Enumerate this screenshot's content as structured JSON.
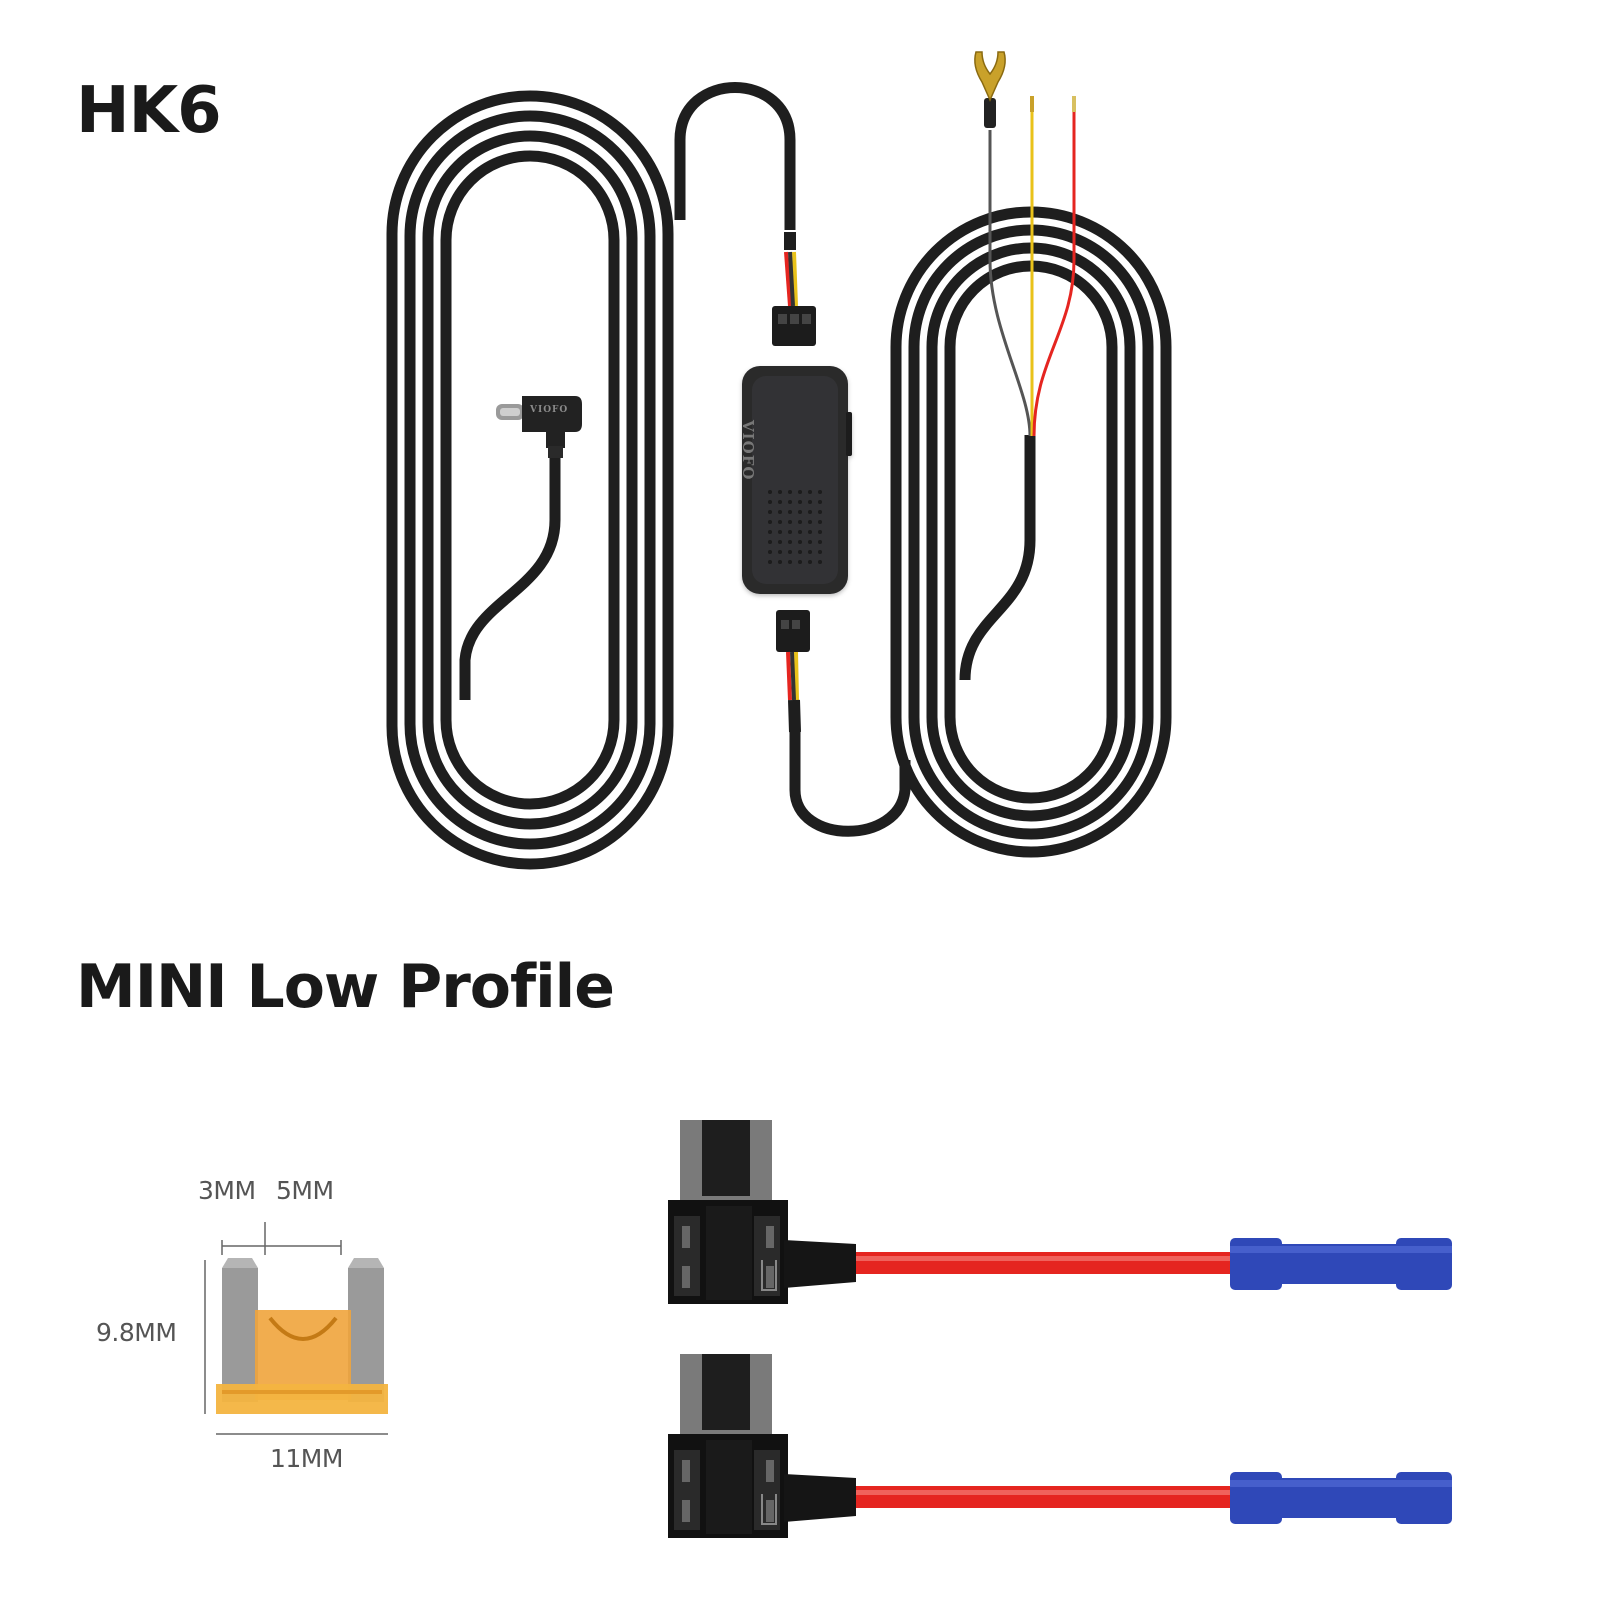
{
  "sections": {
    "hardwire_kit": {
      "title": "HK6",
      "brand_label": "VIOFO"
    },
    "fuse_taps": {
      "title": "MINI Low Profile"
    }
  },
  "fuse_dimensions": {
    "left_gap": "3MM",
    "right_gap": "5MM",
    "height": "9.8MM",
    "width": "11MM"
  },
  "colors": {
    "cable": "#1e1e1e",
    "wire_red": "#e52520",
    "wire_yellow": "#e9c21a",
    "terminal_blue": "#2f48b8",
    "fuse_orange": "#f0a43c",
    "fork_terminal": "#c9a12a"
  },
  "icons": [
    "usb-c-connector-icon",
    "hardwire-box-icon",
    "fork-terminal-icon",
    "mini-fuse-icon",
    "fuse-tap-icon"
  ]
}
